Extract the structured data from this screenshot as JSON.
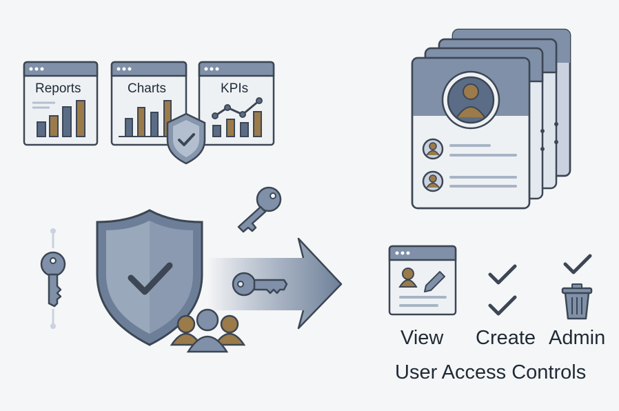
{
  "dashboards": [
    {
      "title": "Reports"
    },
    {
      "title": "Charts"
    },
    {
      "title": "KPIs"
    }
  ],
  "permissions": [
    {
      "label": "View"
    },
    {
      "label": "Create"
    },
    {
      "label": "Admin"
    }
  ],
  "caption": "User Access Controls",
  "colors": {
    "outline": "#3c4654",
    "slate": "#7f90a8",
    "slate_dark": "#5b6d86",
    "slate_light": "#c9d2de",
    "panel": "#e9edf2",
    "gold": "#9b7b4a",
    "background": "#f5f6f7"
  },
  "icons": [
    "shield-check-icon",
    "key-icon",
    "user-group-icon",
    "arrow-right-icon",
    "user-profile-card-icon",
    "check-icon",
    "trash-icon",
    "edit-user-icon"
  ]
}
